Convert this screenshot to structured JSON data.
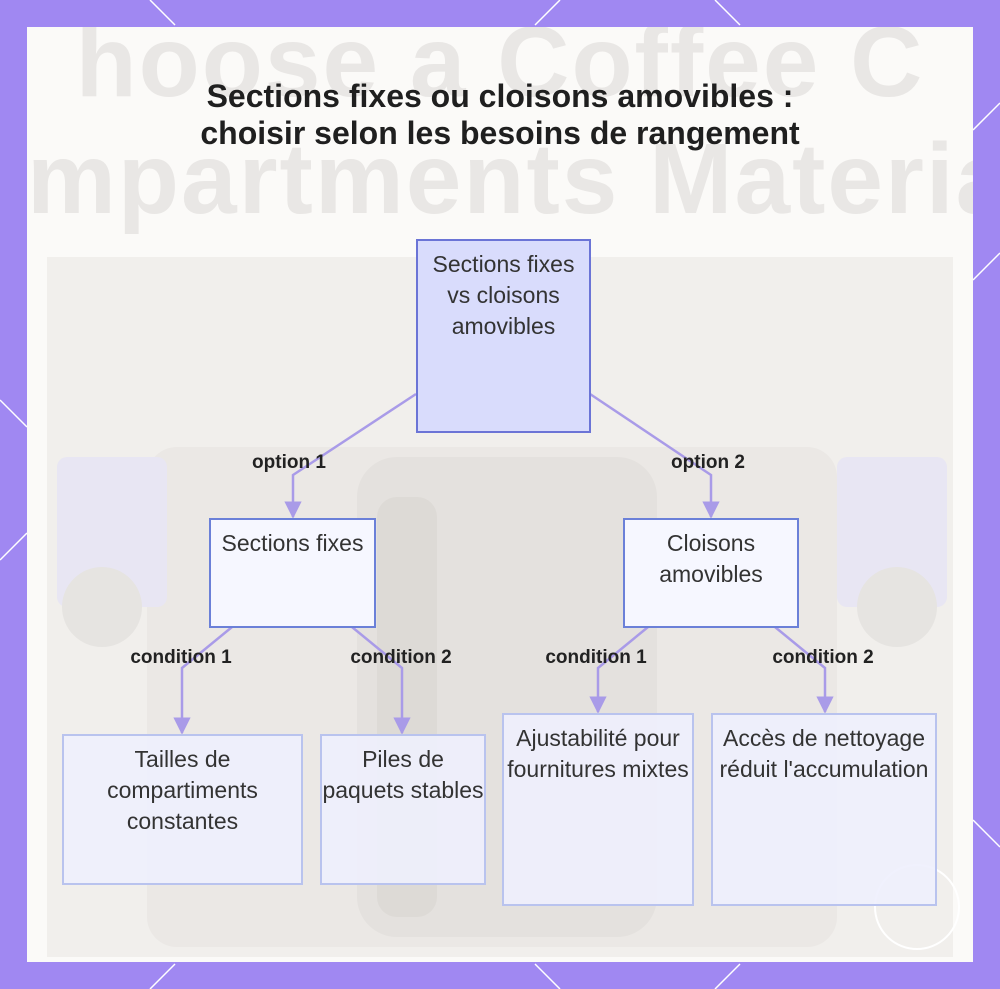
{
  "title": "Sections fixes ou cloisons amovibles : choisir selon les besoins de rangement",
  "background_text": [
    "hoose a Coffee C",
    "mpartments Materials"
  ],
  "colors": {
    "frame": "#a088f2",
    "panel": "#fbfaf8",
    "root_fill": "#d9dcfc",
    "root_border": "#6b74d6",
    "node_border": "#8d9ae0",
    "edge": "#a99be8"
  },
  "nodes": {
    "root": "Sections fixes vs cloisons amovibles",
    "fixed": "Sections fixes",
    "removable": "Cloisons amovibles",
    "fixed_c1": "Tailles de compartiments constantes",
    "fixed_c2": "Piles de paquets stables",
    "removable_c1": "Ajustabilité pour fournitures mixtes",
    "removable_c2": "Accès de nettoyage réduit l'accumulation"
  },
  "edge_labels": {
    "option1": "option 1",
    "option2": "option 2",
    "fixed_cond1": "condition 1",
    "fixed_cond2": "condition 2",
    "removable_cond1": "condition 1",
    "removable_cond2": "condition 2"
  }
}
